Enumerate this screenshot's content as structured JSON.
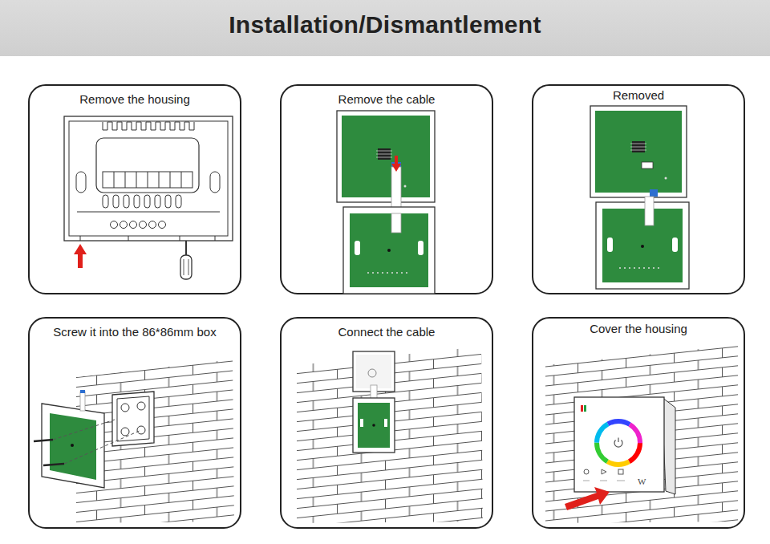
{
  "diagram": {
    "title": "Installation/Dismantlement",
    "nodes": [
      {
        "text": [
          "Remove the housing"
        ]
      },
      {
        "text": [
          "Remove the cable"
        ]
      },
      {
        "text": [
          "Removed"
        ]
      },
      {
        "text": [
          "Screw it into the 86*86mm box"
        ]
      },
      {
        "text": [
          "Connect the cable"
        ]
      },
      {
        "text": [
          "Cover the housing"
        ]
      }
    ],
    "labels": [
      "W"
    ]
  }
}
